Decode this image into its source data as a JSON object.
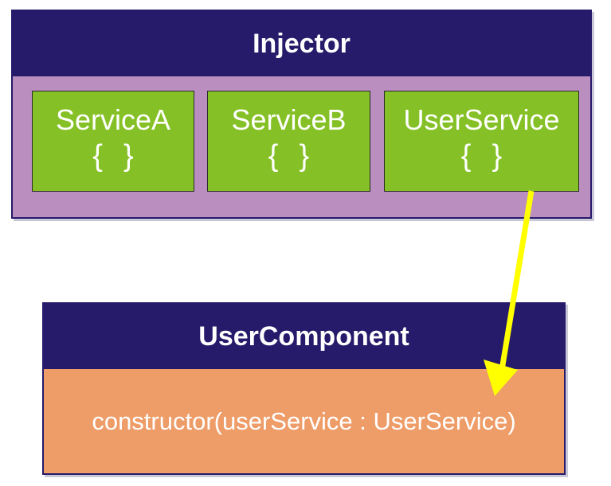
{
  "injector": {
    "title": "Injector",
    "services": [
      {
        "name": "ServiceA",
        "body_open": "{",
        "body_close": "}"
      },
      {
        "name": "ServiceB",
        "body_open": "{",
        "body_close": "}"
      },
      {
        "name": "UserService",
        "body_open": "{",
        "body_close": "}"
      }
    ]
  },
  "component": {
    "title": "UserComponent",
    "body": "constructor(userService : UserService)"
  },
  "colors": {
    "header": "#261a6b",
    "injector_fill": "#ba8fbf",
    "service_fill": "#85c126",
    "component_fill": "#ee9c68",
    "arrow": "#ffff00"
  }
}
